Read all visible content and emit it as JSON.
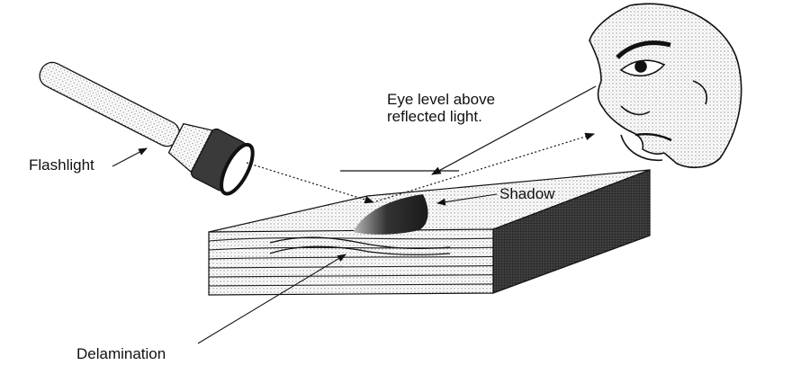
{
  "labels": {
    "flashlight": "Flashlight",
    "eye_level_line1": "Eye level above",
    "eye_level_line2": "reflected light.",
    "shadow": "Shadow",
    "delamination": "Delamination"
  },
  "colors": {
    "ink": "#111111",
    "stipple_light": "#d9d9d9",
    "stipple_dark": "#3a3a3a",
    "background": "#ffffff"
  },
  "layers": {
    "laminate_ply_count": 7
  }
}
